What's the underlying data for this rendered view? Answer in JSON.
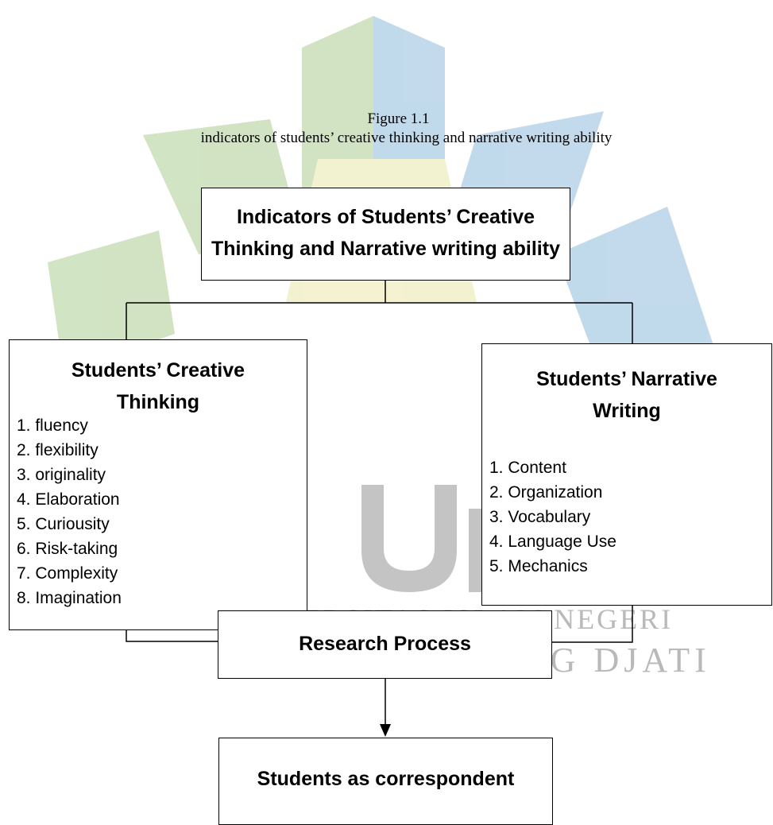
{
  "watermark": {
    "line1": "VERSITAS ISLAM NEGERI",
    "line2": "SUNAN GUNUNG DJATI",
    "logo_text": "UIN",
    "colors": {
      "blue": "#b7d4e8",
      "green": "#c9dfb8",
      "yellow": "#f2f0c8",
      "gray": "#c4c4c4"
    }
  },
  "caption": {
    "number": "Figure 1.1",
    "description": "indicators of students’ creative thinking and narrative writing ability"
  },
  "top_box": {
    "line1": "Indicators of Students’ Creative",
    "line2": "Thinking and Narrative writing ability"
  },
  "left_box": {
    "line1": "Students’ Creative",
    "line2": "Thinking",
    "items": [
      "1. fluency",
      "2. flexibility",
      "3. originality",
      "4. Elaboration",
      "5. Curiousity",
      "6. Risk-taking",
      "7. Complexity",
      "8. Imagination"
    ]
  },
  "right_box": {
    "line1": "Students’ Narrative",
    "line2": "Writing",
    "items": [
      "1. Content",
      "2. Organization",
      "3. Vocabulary",
      "4. Language Use",
      "5. Mechanics"
    ]
  },
  "research_box": {
    "label": "Research Process"
  },
  "students_box": {
    "label": "Students as correspondent"
  }
}
